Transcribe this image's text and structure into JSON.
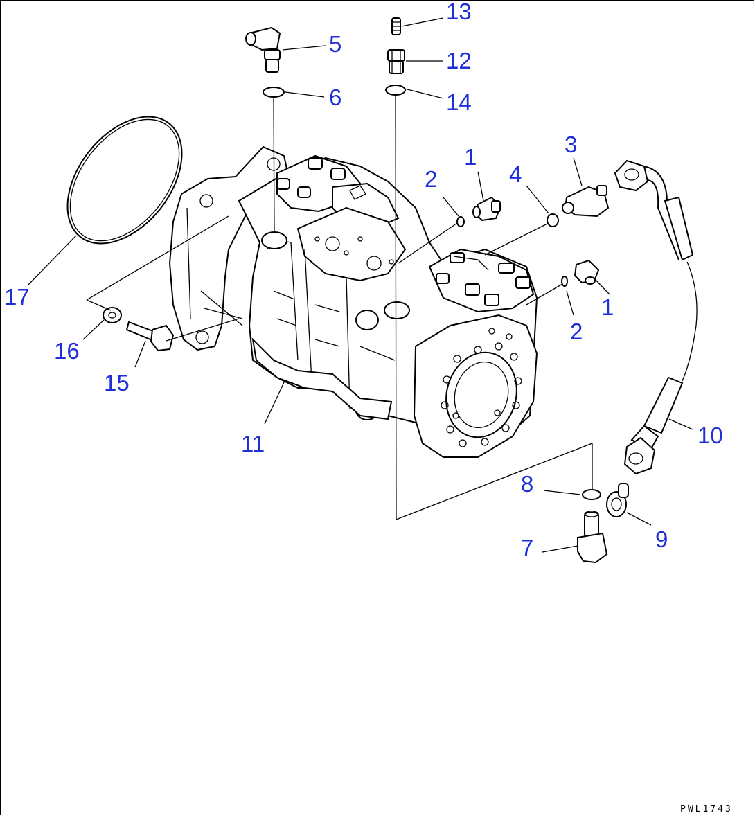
{
  "diagram": {
    "drawing_code": "PWL1743",
    "part_labels": [
      {
        "id": "label-1a",
        "text": "1"
      },
      {
        "id": "label-1b",
        "text": "1"
      },
      {
        "id": "label-2a",
        "text": "2"
      },
      {
        "id": "label-2b",
        "text": "2"
      },
      {
        "id": "label-3",
        "text": "3"
      },
      {
        "id": "label-4",
        "text": "4"
      },
      {
        "id": "label-5",
        "text": "5"
      },
      {
        "id": "label-6",
        "text": "6"
      },
      {
        "id": "label-7",
        "text": "7"
      },
      {
        "id": "label-8",
        "text": "8"
      },
      {
        "id": "label-9",
        "text": "9"
      },
      {
        "id": "label-10",
        "text": "10"
      },
      {
        "id": "label-11",
        "text": "11"
      },
      {
        "id": "label-12",
        "text": "12"
      },
      {
        "id": "label-13",
        "text": "13"
      },
      {
        "id": "label-14",
        "text": "14"
      },
      {
        "id": "label-15",
        "text": "15"
      },
      {
        "id": "label-16",
        "text": "16"
      },
      {
        "id": "label-17",
        "text": "17"
      }
    ],
    "colors": {
      "label": "#1f2fd8",
      "line": "#000000",
      "background": "#ffffff"
    }
  }
}
